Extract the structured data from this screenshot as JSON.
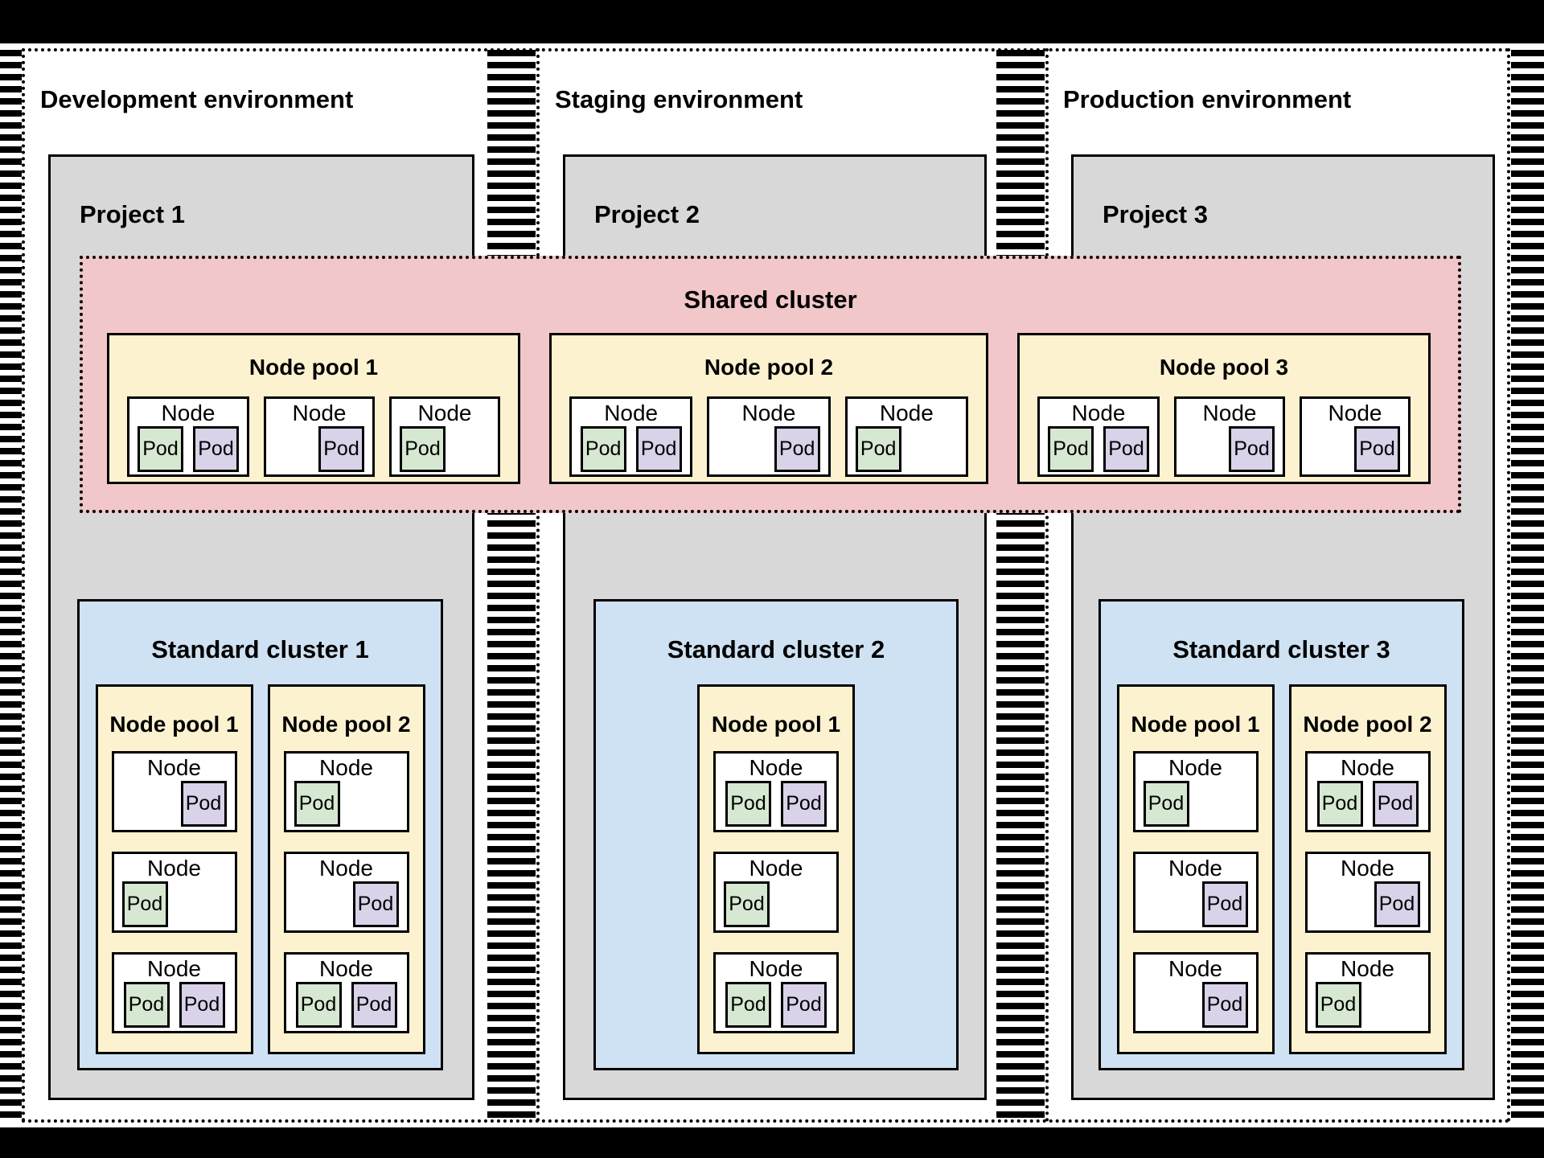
{
  "labels": {
    "node": "Node",
    "pod": "Pod"
  },
  "colors": {
    "green": "#d6e8d1",
    "purple": "#d9d2e9",
    "yellow": "#fdf2d0",
    "pink": "#f2c7c9",
    "blue": "#cfe2f3",
    "gray": "#d8d8d8",
    "border": "#000000",
    "background": "#ffffff"
  },
  "shared_cluster": {
    "title": "Shared cluster",
    "node_pools": [
      {
        "title": "Node pool 1",
        "nodes": [
          {
            "pods": [
              {
                "color": "green"
              },
              {
                "color": "purple"
              }
            ]
          },
          {
            "pods": [
              {
                "color": "purple",
                "align": "right"
              }
            ]
          },
          {
            "pods": [
              {
                "color": "green",
                "align": "left"
              }
            ]
          }
        ]
      },
      {
        "title": "Node pool 2",
        "nodes": [
          {
            "pods": [
              {
                "color": "green"
              },
              {
                "color": "purple"
              }
            ]
          },
          {
            "pods": [
              {
                "color": "purple",
                "align": "right"
              }
            ]
          },
          {
            "pods": [
              {
                "color": "green",
                "align": "left"
              }
            ]
          }
        ]
      },
      {
        "title": "Node pool 3",
        "nodes": [
          {
            "pods": [
              {
                "color": "green"
              },
              {
                "color": "purple"
              }
            ]
          },
          {
            "pods": [
              {
                "color": "purple",
                "align": "right"
              }
            ]
          },
          {
            "pods": [
              {
                "color": "purple",
                "align": "right"
              }
            ]
          }
        ]
      }
    ]
  },
  "environments": [
    {
      "title": "Development environment",
      "project": {
        "title": "Project 1"
      },
      "standard_cluster": {
        "title": "Standard cluster 1",
        "node_pools": [
          {
            "title": "Node pool 1",
            "nodes": [
              {
                "pods": [
                  {
                    "color": "purple",
                    "align": "right"
                  }
                ]
              },
              {
                "pods": [
                  {
                    "color": "green",
                    "align": "left"
                  }
                ]
              },
              {
                "pods": [
                  {
                    "color": "green"
                  },
                  {
                    "color": "purple"
                  }
                ]
              }
            ]
          },
          {
            "title": "Node pool 2",
            "nodes": [
              {
                "pods": [
                  {
                    "color": "green",
                    "align": "left"
                  }
                ]
              },
              {
                "pods": [
                  {
                    "color": "purple",
                    "align": "right"
                  }
                ]
              },
              {
                "pods": [
                  {
                    "color": "green"
                  },
                  {
                    "color": "purple"
                  }
                ]
              }
            ]
          }
        ]
      }
    },
    {
      "title": "Staging environment",
      "project": {
        "title": "Project 2"
      },
      "standard_cluster": {
        "title": "Standard cluster 2",
        "node_pools": [
          {
            "title": "Node pool 1",
            "nodes": [
              {
                "pods": [
                  {
                    "color": "green"
                  },
                  {
                    "color": "purple"
                  }
                ]
              },
              {
                "pods": [
                  {
                    "color": "green",
                    "align": "left"
                  }
                ]
              },
              {
                "pods": [
                  {
                    "color": "green"
                  },
                  {
                    "color": "purple"
                  }
                ]
              }
            ]
          }
        ]
      }
    },
    {
      "title": "Production environment",
      "project": {
        "title": "Project 3"
      },
      "standard_cluster": {
        "title": "Standard cluster 3",
        "node_pools": [
          {
            "title": "Node pool 1",
            "nodes": [
              {
                "pods": [
                  {
                    "color": "green",
                    "align": "left"
                  }
                ]
              },
              {
                "pods": [
                  {
                    "color": "purple",
                    "align": "right"
                  }
                ]
              },
              {
                "pods": [
                  {
                    "color": "purple",
                    "align": "right"
                  }
                ]
              }
            ]
          },
          {
            "title": "Node pool 2",
            "nodes": [
              {
                "pods": [
                  {
                    "color": "green"
                  },
                  {
                    "color": "purple"
                  }
                ]
              },
              {
                "pods": [
                  {
                    "color": "purple",
                    "align": "right"
                  }
                ]
              },
              {
                "pods": [
                  {
                    "color": "green",
                    "align": "left"
                  }
                ]
              }
            ]
          }
        ]
      }
    }
  ]
}
